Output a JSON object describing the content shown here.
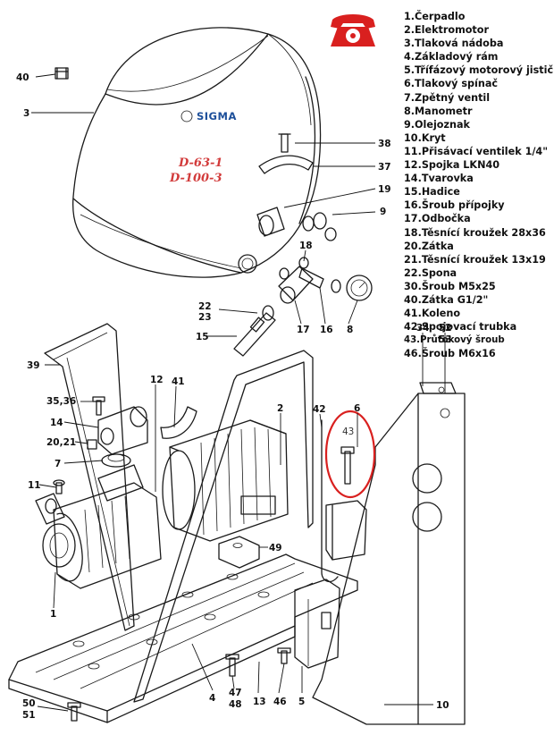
{
  "legend": [
    {
      "label": "1.Čerpadlo"
    },
    {
      "label": "2.Elektromotor"
    },
    {
      "label": "3.Tlaková nádoba"
    },
    {
      "label": "4.Základový rám"
    },
    {
      "label": "5.Třífázový motorový jistič"
    },
    {
      "label": "6.Tlakový spínač"
    },
    {
      "label": "7.Zpětný ventil"
    },
    {
      "label": "8.Manometr"
    },
    {
      "label": "9.Olejoznak"
    },
    {
      "label": "10.Kryt"
    },
    {
      "label": "11.Přisávací ventilek 1/4\""
    },
    {
      "label": "12.Spojka LKN40"
    },
    {
      "label": "14.Tvarovka"
    },
    {
      "label": "15.Hadice"
    },
    {
      "label": "16.Šroub přípojky"
    },
    {
      "label": "17.Odbočka"
    },
    {
      "label": "18.Těsnící kroužek 28x36"
    },
    {
      "label": "20.Zátka"
    },
    {
      "label": "21.Těsnící kroužek 13x19"
    },
    {
      "label": "22.Spona"
    },
    {
      "label": "30.Šroub M5x25"
    },
    {
      "label": "40.Zátka G1/2\""
    },
    {
      "label": "41.Koleno"
    },
    {
      "label": "42.Spojovací trubka"
    },
    {
      "label": "43.Průtokový šroub",
      "small": true
    },
    {
      "label": "46.Šroub M6x16"
    }
  ],
  "tank": {
    "brand": "SIGMA",
    "model_line_1": "D-63-1",
    "model_line_2": "D-100-3"
  },
  "highlight": {
    "label": "43",
    "color": "#d9201f"
  },
  "phone_icon_color": "#d9201f",
  "callouts": {
    "c40": "40",
    "c3": "3",
    "c38": "38",
    "c37": "37",
    "c19": "19",
    "c9": "9",
    "c18": "18",
    "c22": "22",
    "c23": "23",
    "c15": "15",
    "c17": "17",
    "c16": "16",
    "c8": "8",
    "c39": "39",
    "c12": "12",
    "c41": "41",
    "c2": "2",
    "c42": "42",
    "c6": "6",
    "c34": "34",
    "c52": "52",
    "c53": "53",
    "c3536": "35,36",
    "c14": "14",
    "c2021": "20,21",
    "c7": "7",
    "c11": "11",
    "c1": "1",
    "c49": "49",
    "c4": "4",
    "c47": "47",
    "c48": "48",
    "c13": "13",
    "c46": "46",
    "c5": "5",
    "c10": "10",
    "c50": "50",
    "c51": "51"
  }
}
